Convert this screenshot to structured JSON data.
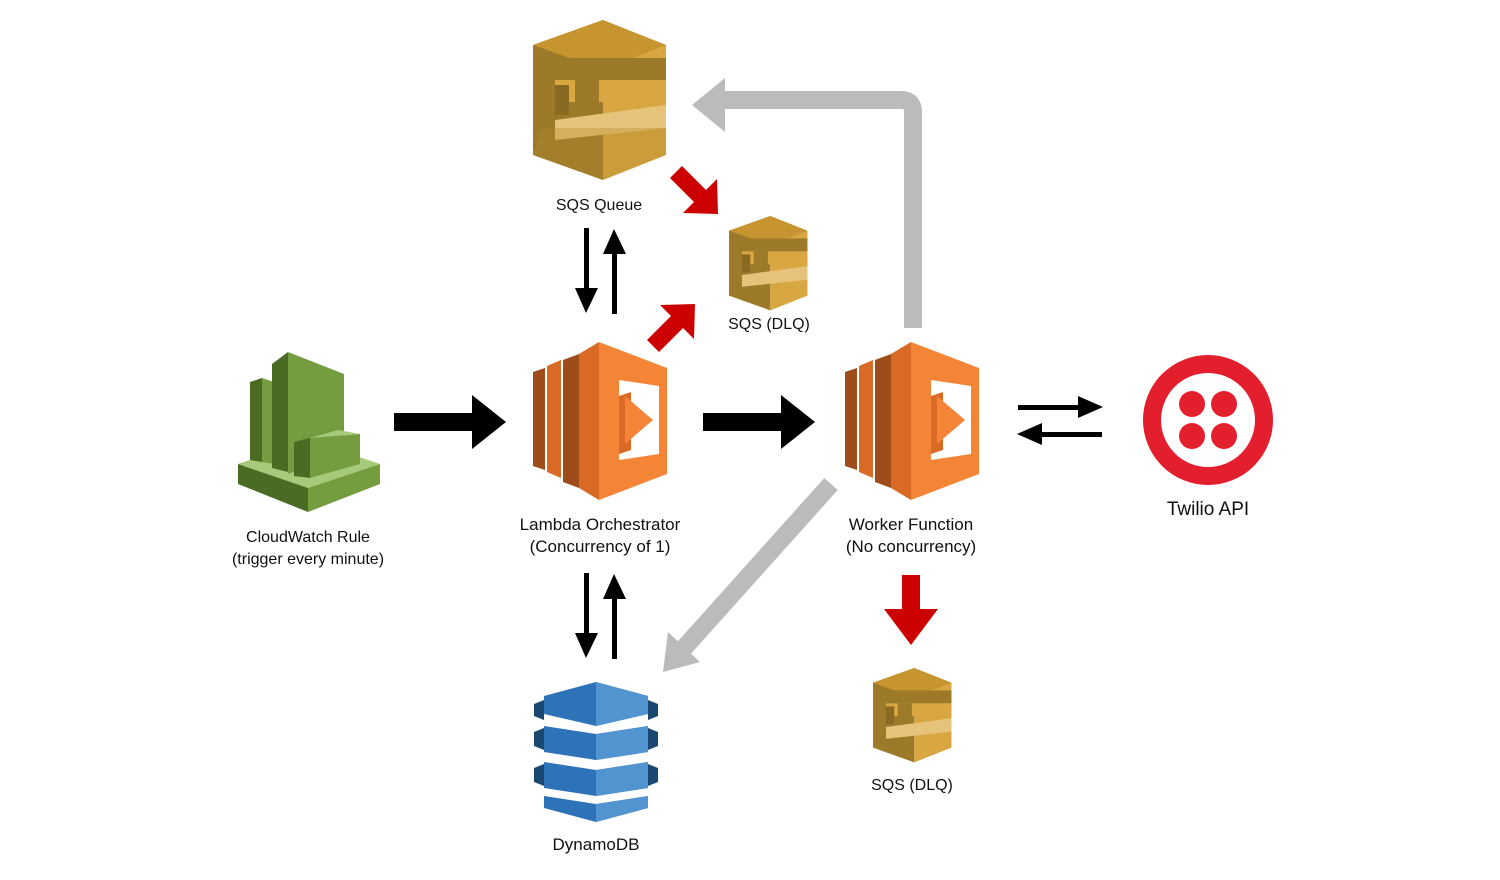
{
  "nodes": {
    "cloudwatch": {
      "line1": "CloudWatch Rule",
      "line2": "(trigger every minute)",
      "icon": "cloudwatch-icon",
      "color": "#759C3E"
    },
    "sqs_queue": {
      "line1": "SQS Queue",
      "icon": "sqs-queue-icon",
      "color": "#D9A741"
    },
    "orchestrator_dlq": {
      "line1": "SQS (DLQ)",
      "icon": "sqs-dlq-icon",
      "color": "#D9A741"
    },
    "orchestrator": {
      "line1": "Lambda Orchestrator",
      "line2": "(Concurrency of 1)",
      "icon": "lambda-icon",
      "color": "#F58536"
    },
    "worker": {
      "line1": "Worker Function",
      "line2": "(No concurrency)",
      "icon": "lambda-icon",
      "color": "#F58536"
    },
    "twilio": {
      "line1": "Twilio API",
      "icon": "twilio-icon",
      "color": "#E31E2D"
    },
    "dynamodb": {
      "line1": "DynamoDB",
      "icon": "dynamodb-icon",
      "color": "#2E73B8"
    },
    "worker_dlq": {
      "line1": "SQS (DLQ)",
      "icon": "sqs-dlq-icon",
      "color": "#D9A741"
    }
  },
  "arrow_colors": {
    "flow": "#000000",
    "failure": "#CC0000",
    "callback": "#BBBBBB"
  }
}
